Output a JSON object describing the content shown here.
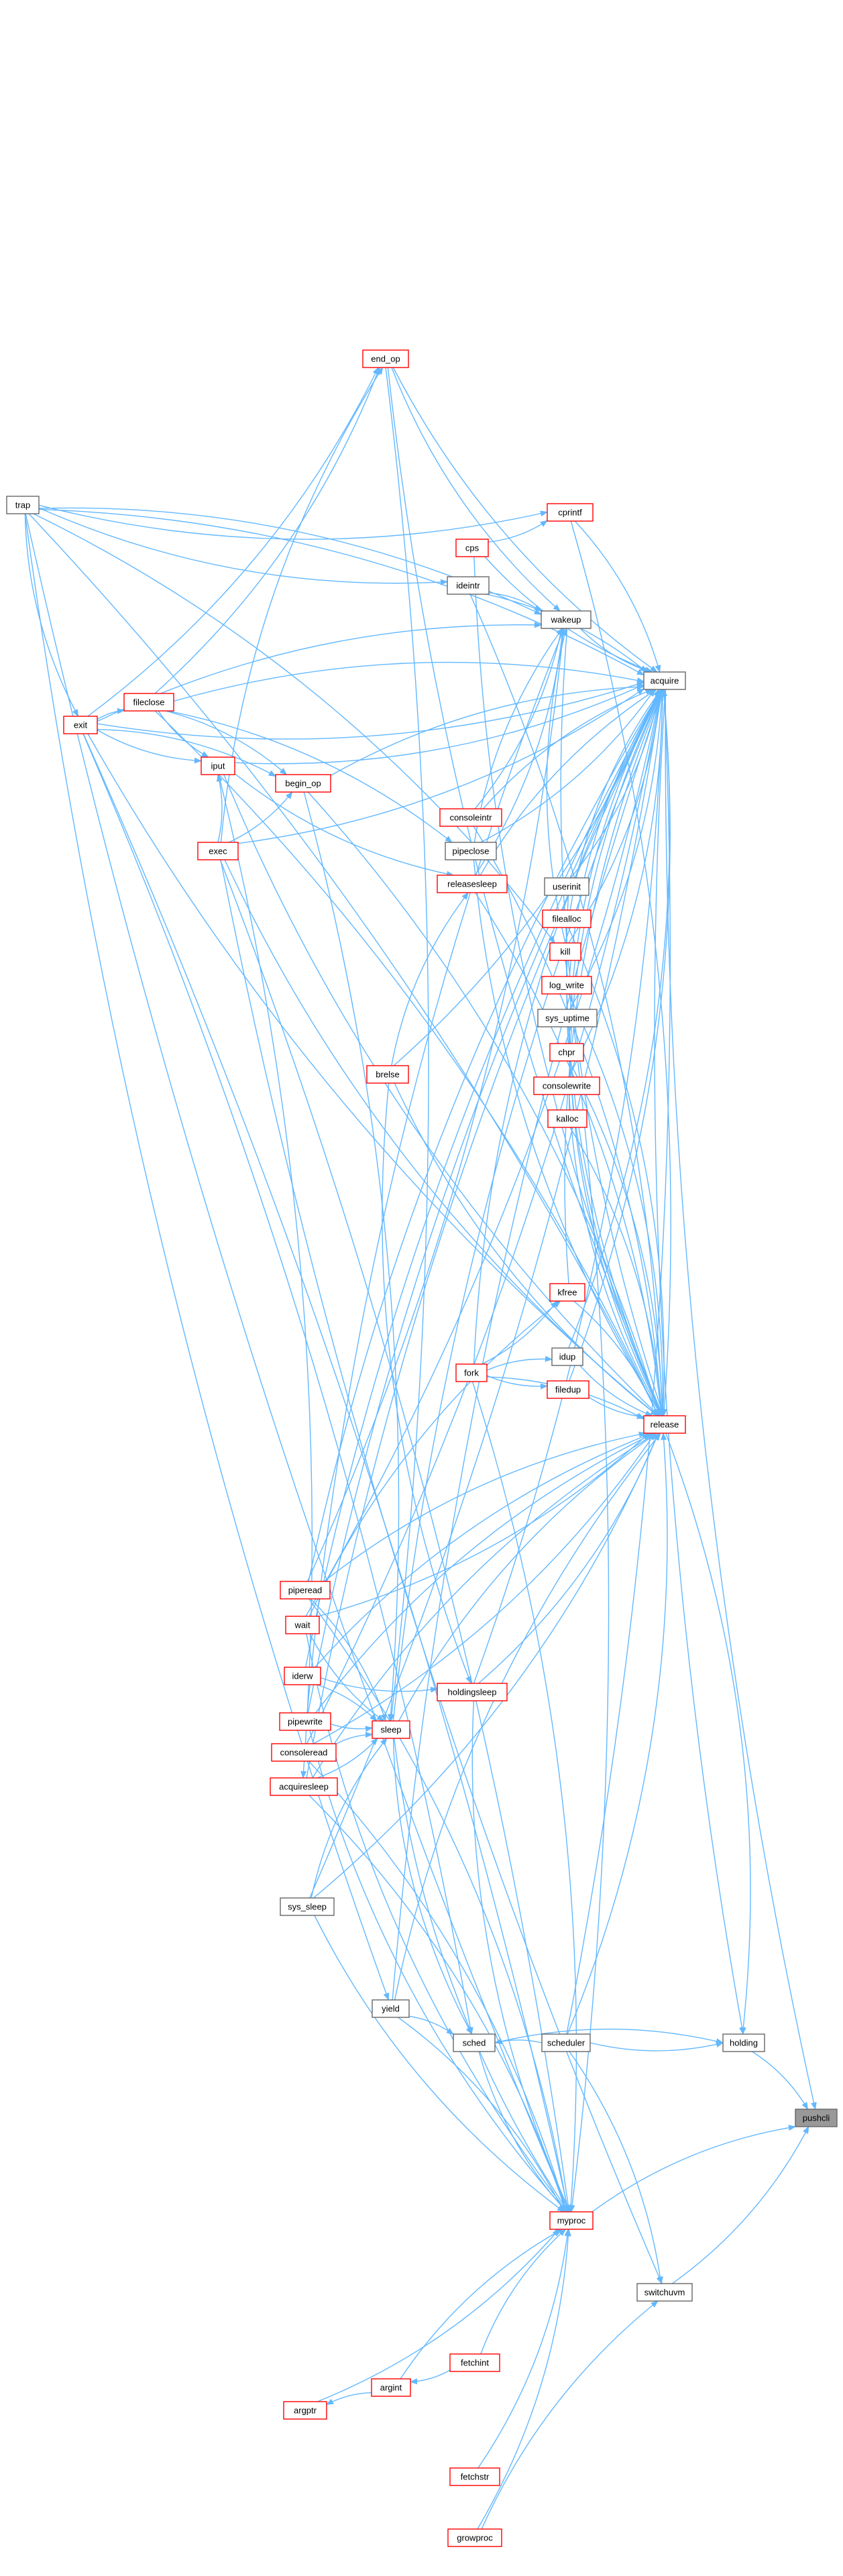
{
  "graph": {
    "title": "",
    "colors": {
      "edge": "#63b8ff",
      "normal_border": "#666666",
      "linked_border": "#ff0000",
      "root_fill": "#999999",
      "node_fill": "#ffffff"
    },
    "nodes": [
      {
        "id": "pushcli",
        "label": "pushcli",
        "style": "root"
      },
      {
        "id": "holding",
        "label": "holding",
        "style": "normal"
      },
      {
        "id": "acquire",
        "label": "acquire",
        "style": "normal"
      },
      {
        "id": "release",
        "label": "release",
        "style": "linked"
      },
      {
        "id": "myproc",
        "label": "myproc",
        "style": "linked"
      },
      {
        "id": "switchuvm",
        "label": "switchuvm",
        "style": "normal"
      },
      {
        "id": "scheduler",
        "label": "scheduler",
        "style": "normal"
      },
      {
        "id": "sched",
        "label": "sched",
        "style": "normal"
      },
      {
        "id": "yield",
        "label": "yield",
        "style": "normal"
      },
      {
        "id": "sys_sleep",
        "label": "sys_sleep",
        "style": "normal"
      },
      {
        "id": "trap",
        "label": "trap",
        "style": "normal"
      },
      {
        "id": "exit",
        "label": "exit",
        "style": "linked"
      },
      {
        "id": "fileclose",
        "label": "fileclose",
        "style": "linked"
      },
      {
        "id": "iput",
        "label": "iput",
        "style": "linked"
      },
      {
        "id": "exec",
        "label": "exec",
        "style": "linked"
      },
      {
        "id": "begin_op",
        "label": "begin_op",
        "style": "linked"
      },
      {
        "id": "end_op",
        "label": "end_op",
        "style": "linked"
      },
      {
        "id": "cprintf",
        "label": "cprintf",
        "style": "linked"
      },
      {
        "id": "cps",
        "label": "cps",
        "style": "linked"
      },
      {
        "id": "ideintr",
        "label": "ideintr",
        "style": "normal"
      },
      {
        "id": "wakeup",
        "label": "wakeup",
        "style": "normal"
      },
      {
        "id": "consoleintr",
        "label": "consoleintr",
        "style": "linked"
      },
      {
        "id": "pipeclose",
        "label": "pipeclose",
        "style": "normal"
      },
      {
        "id": "releasesleep",
        "label": "releasesleep",
        "style": "linked"
      },
      {
        "id": "userinit",
        "label": "userinit",
        "style": "normal"
      },
      {
        "id": "filealloc",
        "label": "filealloc",
        "style": "linked"
      },
      {
        "id": "kill",
        "label": "kill",
        "style": "linked"
      },
      {
        "id": "log_write",
        "label": "log_write",
        "style": "linked"
      },
      {
        "id": "sys_uptime",
        "label": "sys_uptime",
        "style": "normal"
      },
      {
        "id": "chpr",
        "label": "chpr",
        "style": "linked"
      },
      {
        "id": "consolewrite",
        "label": "consolewrite",
        "style": "linked"
      },
      {
        "id": "kalloc",
        "label": "kalloc",
        "style": "linked"
      },
      {
        "id": "brelse",
        "label": "brelse",
        "style": "linked"
      },
      {
        "id": "kfree",
        "label": "kfree",
        "style": "linked"
      },
      {
        "id": "idup",
        "label": "idup",
        "style": "normal"
      },
      {
        "id": "fork",
        "label": "fork",
        "style": "linked"
      },
      {
        "id": "filedup",
        "label": "filedup",
        "style": "linked"
      },
      {
        "id": "piperead",
        "label": "piperead",
        "style": "linked"
      },
      {
        "id": "wait",
        "label": "wait",
        "style": "linked"
      },
      {
        "id": "iderw",
        "label": "iderw",
        "style": "linked"
      },
      {
        "id": "holdingsleep",
        "label": "holdingsleep",
        "style": "linked"
      },
      {
        "id": "pipewrite",
        "label": "pipewrite",
        "style": "linked"
      },
      {
        "id": "sleep",
        "label": "sleep",
        "style": "linked"
      },
      {
        "id": "consoleread",
        "label": "consoleread",
        "style": "linked"
      },
      {
        "id": "acquiresleep",
        "label": "acquiresleep",
        "style": "linked"
      },
      {
        "id": "fetchint",
        "label": "fetchint",
        "style": "linked"
      },
      {
        "id": "argint",
        "label": "argint",
        "style": "linked"
      },
      {
        "id": "argptr",
        "label": "argptr",
        "style": "linked"
      },
      {
        "id": "fetchstr",
        "label": "fetchstr",
        "style": "linked"
      },
      {
        "id": "growproc",
        "label": "growproc",
        "style": "linked"
      }
    ],
    "edges": [
      [
        "holding",
        "pushcli"
      ],
      [
        "acquire",
        "pushcli"
      ],
      [
        "myproc",
        "pushcli"
      ],
      [
        "switchuvm",
        "pushcli"
      ],
      [
        "release",
        "holding"
      ],
      [
        "scheduler",
        "holding"
      ],
      [
        "sched",
        "holding"
      ],
      [
        "acquire",
        "holding"
      ],
      [
        "cprintf",
        "acquire"
      ],
      [
        "cps",
        "acquire"
      ],
      [
        "ideintr",
        "acquire"
      ],
      [
        "wakeup",
        "acquire"
      ],
      [
        "consoleintr",
        "acquire"
      ],
      [
        "pipeclose",
        "acquire"
      ],
      [
        "releasesleep",
        "acquire"
      ],
      [
        "userinit",
        "acquire"
      ],
      [
        "filealloc",
        "acquire"
      ],
      [
        "kill",
        "acquire"
      ],
      [
        "log_write",
        "acquire"
      ],
      [
        "sys_uptime",
        "acquire"
      ],
      [
        "chpr",
        "acquire"
      ],
      [
        "consolewrite",
        "acquire"
      ],
      [
        "kalloc",
        "acquire"
      ],
      [
        "brelse",
        "acquire"
      ],
      [
        "kfree",
        "acquire"
      ],
      [
        "idup",
        "acquire"
      ],
      [
        "fork",
        "acquire"
      ],
      [
        "filedup",
        "acquire"
      ],
      [
        "piperead",
        "acquire"
      ],
      [
        "wait",
        "acquire"
      ],
      [
        "iderw",
        "acquire"
      ],
      [
        "holdingsleep",
        "acquire"
      ],
      [
        "pipewrite",
        "acquire"
      ],
      [
        "consoleread",
        "acquire"
      ],
      [
        "acquiresleep",
        "acquire"
      ],
      [
        "sys_sleep",
        "acquire"
      ],
      [
        "yield",
        "acquire"
      ],
      [
        "scheduler",
        "acquire"
      ],
      [
        "sleep",
        "acquire"
      ],
      [
        "exit",
        "acquire"
      ],
      [
        "fileclose",
        "acquire"
      ],
      [
        "iput",
        "acquire"
      ],
      [
        "begin_op",
        "acquire"
      ],
      [
        "end_op",
        "acquire"
      ],
      [
        "trap",
        "acquire"
      ],
      [
        "exec",
        "acquire"
      ],
      [
        "cprintf",
        "release"
      ],
      [
        "cps",
        "release"
      ],
      [
        "ideintr",
        "release"
      ],
      [
        "wakeup",
        "release"
      ],
      [
        "consoleintr",
        "release"
      ],
      [
        "pipeclose",
        "release"
      ],
      [
        "releasesleep",
        "release"
      ],
      [
        "userinit",
        "release"
      ],
      [
        "filealloc",
        "release"
      ],
      [
        "kill",
        "release"
      ],
      [
        "log_write",
        "release"
      ],
      [
        "sys_uptime",
        "release"
      ],
      [
        "chpr",
        "release"
      ],
      [
        "consolewrite",
        "release"
      ],
      [
        "kalloc",
        "release"
      ],
      [
        "brelse",
        "release"
      ],
      [
        "kfree",
        "release"
      ],
      [
        "idup",
        "release"
      ],
      [
        "fork",
        "release"
      ],
      [
        "filedup",
        "release"
      ],
      [
        "piperead",
        "release"
      ],
      [
        "wait",
        "release"
      ],
      [
        "iderw",
        "release"
      ],
      [
        "holdingsleep",
        "release"
      ],
      [
        "pipewrite",
        "release"
      ],
      [
        "consoleread",
        "release"
      ],
      [
        "acquiresleep",
        "release"
      ],
      [
        "sys_sleep",
        "release"
      ],
      [
        "yield",
        "release"
      ],
      [
        "scheduler",
        "release"
      ],
      [
        "sleep",
        "release"
      ],
      [
        "exit",
        "release"
      ],
      [
        "fileclose",
        "release"
      ],
      [
        "iput",
        "release"
      ],
      [
        "begin_op",
        "release"
      ],
      [
        "end_op",
        "release"
      ],
      [
        "trap",
        "release"
      ],
      [
        "exec",
        "release"
      ],
      [
        "scheduler",
        "switchuvm"
      ],
      [
        "exec",
        "switchuvm"
      ],
      [
        "growproc",
        "switchuvm"
      ],
      [
        "sched",
        "myproc"
      ],
      [
        "yield",
        "myproc"
      ],
      [
        "sleep",
        "myproc"
      ],
      [
        "exit",
        "myproc"
      ],
      [
        "wait",
        "myproc"
      ],
      [
        "fork",
        "myproc"
      ],
      [
        "growproc",
        "myproc"
      ],
      [
        "fetchint",
        "myproc"
      ],
      [
        "fetchstr",
        "myproc"
      ],
      [
        "argint",
        "myproc"
      ],
      [
        "argptr",
        "myproc"
      ],
      [
        "exec",
        "myproc"
      ],
      [
        "trap",
        "myproc"
      ],
      [
        "piperead",
        "myproc"
      ],
      [
        "pipewrite",
        "myproc"
      ],
      [
        "consoleread",
        "myproc"
      ],
      [
        "holdingsleep",
        "myproc"
      ],
      [
        "acquiresleep",
        "myproc"
      ],
      [
        "sys_sleep",
        "myproc"
      ],
      [
        "kill",
        "myproc"
      ],
      [
        "scheduler",
        "sched"
      ],
      [
        "yield",
        "sched"
      ],
      [
        "sleep",
        "sched"
      ],
      [
        "exit",
        "sched"
      ],
      [
        "trap",
        "yield"
      ],
      [
        "sys_sleep",
        "sleep"
      ],
      [
        "trap",
        "exit"
      ],
      [
        "exit",
        "fileclose"
      ],
      [
        "exit",
        "iput"
      ],
      [
        "exit",
        "begin_op"
      ],
      [
        "exit",
        "end_op"
      ],
      [
        "exit",
        "wakeup"
      ],
      [
        "fileclose",
        "iput"
      ],
      [
        "fileclose",
        "begin_op"
      ],
      [
        "fileclose",
        "end_op"
      ],
      [
        "fileclose",
        "pipeclose"
      ],
      [
        "iput",
        "releasesleep"
      ],
      [
        "iput",
        "acquiresleep"
      ],
      [
        "exec",
        "begin_op"
      ],
      [
        "exec",
        "end_op"
      ],
      [
        "exec",
        "iput"
      ],
      [
        "begin_op",
        "sleep"
      ],
      [
        "end_op",
        "wakeup"
      ],
      [
        "end_op",
        "sleep"
      ],
      [
        "trap",
        "cprintf"
      ],
      [
        "trap",
        "wakeup"
      ],
      [
        "trap",
        "ideintr"
      ],
      [
        "trap",
        "kill"
      ],
      [
        "cps",
        "cprintf"
      ],
      [
        "ideintr",
        "wakeup"
      ],
      [
        "consoleintr",
        "wakeup"
      ],
      [
        "pipeclose",
        "wakeup"
      ],
      [
        "releasesleep",
        "wakeup"
      ],
      [
        "brelse",
        "releasesleep"
      ],
      [
        "brelse",
        "holdingsleep"
      ],
      [
        "kill",
        "wakeup"
      ],
      [
        "fork",
        "kfree"
      ],
      [
        "fork",
        "idup"
      ],
      [
        "fork",
        "filedup"
      ],
      [
        "wait",
        "kfree"
      ],
      [
        "piperead",
        "wakeup"
      ],
      [
        "piperead",
        "sleep"
      ],
      [
        "wait",
        "sleep"
      ],
      [
        "iderw",
        "sleep"
      ],
      [
        "iderw",
        "holdingsleep"
      ],
      [
        "pipewrite",
        "wakeup"
      ],
      [
        "pipewrite",
        "sleep"
      ],
      [
        "consoleread",
        "sleep"
      ],
      [
        "acquiresleep",
        "sleep"
      ],
      [
        "fetchint",
        "argint"
      ],
      [
        "argint",
        "argptr"
      ]
    ]
  }
}
